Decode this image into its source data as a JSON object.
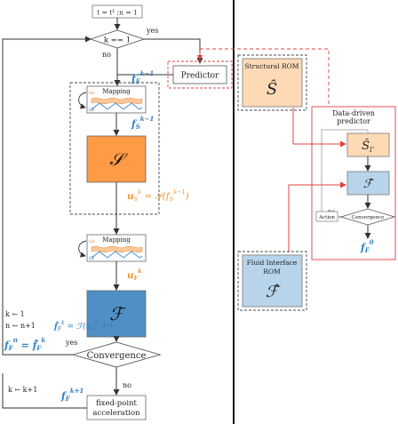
{
  "start_label": "t = t¹ ;n = 1",
  "decision_k1": {
    "label": "k == 1",
    "yes": "yes",
    "no": "no"
  },
  "predictor_label": "Predictor",
  "f_F_km1": {
    "base": "f",
    "sub": "F",
    "sup": "k−1"
  },
  "mapping_label": "Mapping",
  "omega_s": "Ωs",
  "omega_f": "Ωf",
  "f_S_km1": {
    "base": "f",
    "sub": "S",
    "sup": "k−1"
  },
  "solid_solver": "𝒮",
  "u_S_eq": {
    "base": "u",
    "sub": "S",
    "sup": "k",
    "rhs": " = 𝒮(f",
    "rhs_sub": "S",
    "rhs_sup": "k−1",
    "close": ")"
  },
  "u_F": {
    "base": "u",
    "sub": "F",
    "sup": "k"
  },
  "fluid_solver": "ℱ",
  "left_notes": {
    "k_reset": "k ← 1",
    "n_inc": "n ← n+1",
    "k_inc": "k ← k+1"
  },
  "f_tilde_eq": {
    "lhs": "f̃",
    "lhs_sub": "F",
    "lhs_sup": "k",
    "rhs": " = ℱ(u",
    "rhs_sub": "F",
    "rhs_sup": "k",
    "rhs_tail": ", tⁿ)"
  },
  "f_n_eq": {
    "lhs": "f",
    "lhs_sub": "F",
    "lhs_sup": "n",
    "mid": " = f̃",
    "mid_sub": "F",
    "mid_sup": "k"
  },
  "convergence": {
    "label": "Convergence",
    "yes": "yes",
    "no": "no"
  },
  "f_F_kp1": {
    "base": "f",
    "sub": "F",
    "sup": "k+1"
  },
  "fixed_point": [
    "fixed-point",
    "acceleration"
  ],
  "structural_rom": {
    "title": "Structural ROM",
    "symbol": "Ŝ"
  },
  "fluid_rom": {
    "title_lines": [
      "Fluid Interface",
      "ROM"
    ],
    "symbol": "ℱ̂"
  },
  "ddp": {
    "title_lines": [
      "Data-driven",
      "predictor"
    ],
    "s_gamma": "Ŝ",
    "s_gamma_sub": "Γ",
    "f_hat": "ℱ̂",
    "action": "Action",
    "no": "no",
    "convergence": "Convergence",
    "f0": {
      "base": "f",
      "sub": "F",
      "sup": "0"
    }
  },
  "colors": {
    "orange": "#ff9b45",
    "blue": "#4f8fc5",
    "light_orange": "#fdd9b5",
    "light_blue": "#b8d4ea",
    "red": "#e04040",
    "blue_text": "#2f7fc1",
    "orange_text": "#f0922e"
  }
}
